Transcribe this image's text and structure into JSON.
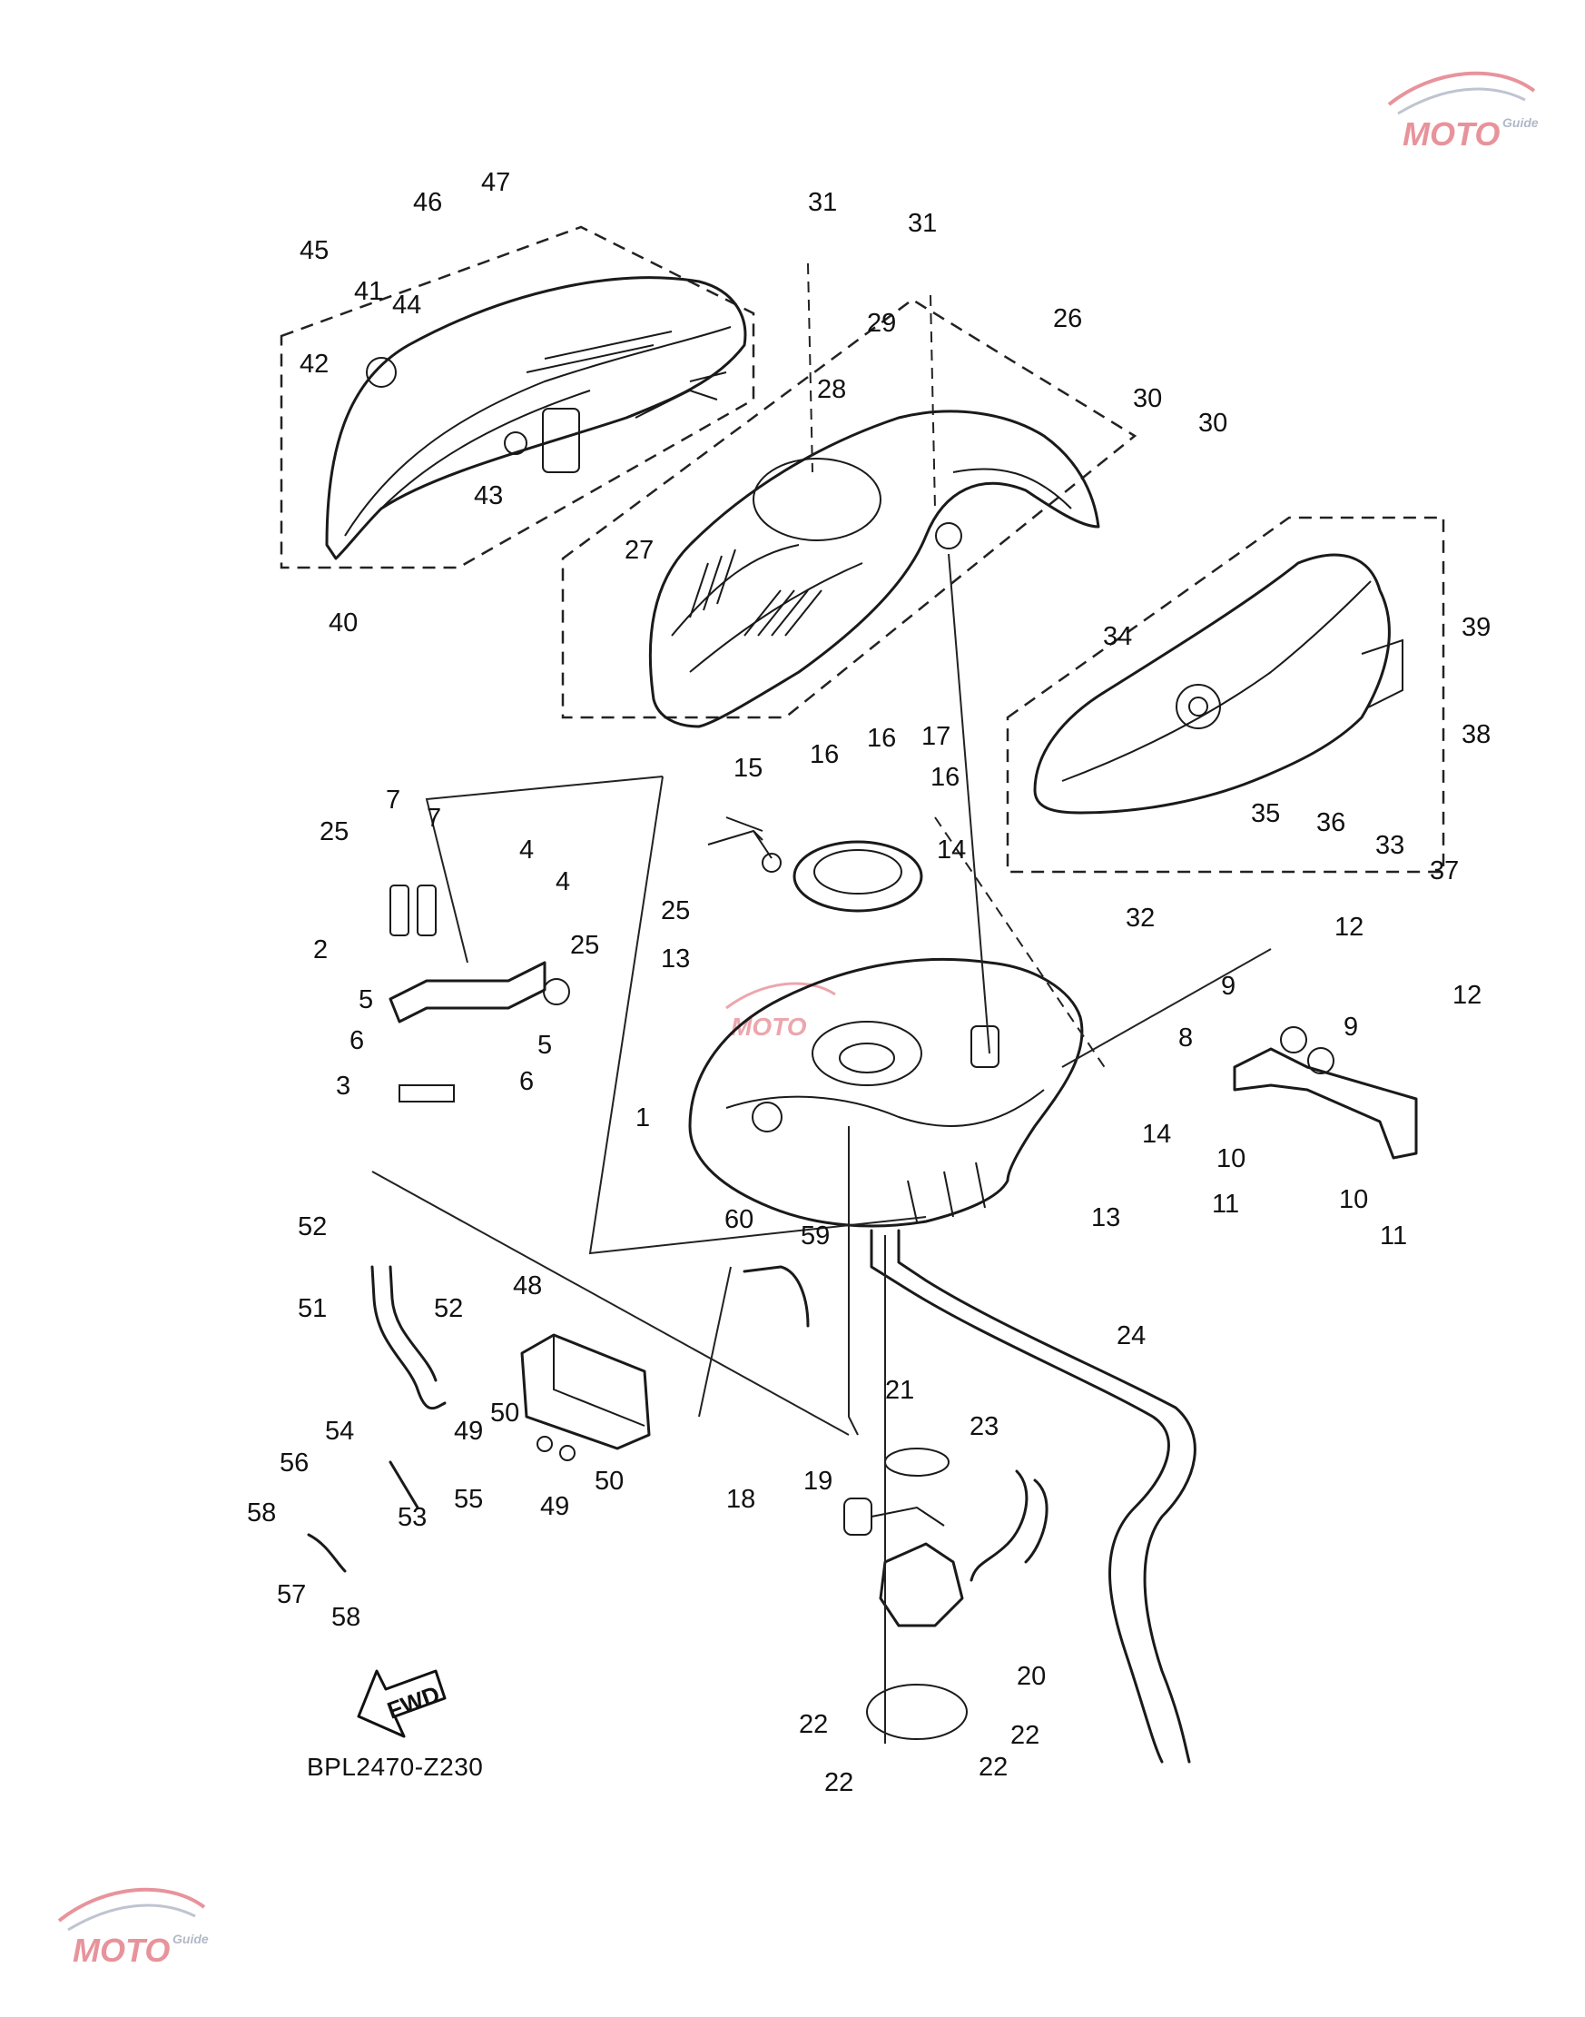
{
  "diagram": {
    "reference_code": "BPL2470-Z230",
    "direction_label": "FWD",
    "callouts": [
      {
        "id": "c1",
        "label": "1"
      },
      {
        "id": "c2",
        "label": "2"
      },
      {
        "id": "c3",
        "label": "3"
      },
      {
        "id": "c4a",
        "label": "4"
      },
      {
        "id": "c4b",
        "label": "4"
      },
      {
        "id": "c5a",
        "label": "5"
      },
      {
        "id": "c5b",
        "label": "5"
      },
      {
        "id": "c6a",
        "label": "6"
      },
      {
        "id": "c6b",
        "label": "6"
      },
      {
        "id": "c7a",
        "label": "7"
      },
      {
        "id": "c7b",
        "label": "7"
      },
      {
        "id": "c8",
        "label": "8"
      },
      {
        "id": "c9a",
        "label": "9"
      },
      {
        "id": "c9b",
        "label": "9"
      },
      {
        "id": "c10a",
        "label": "10"
      },
      {
        "id": "c10b",
        "label": "10"
      },
      {
        "id": "c11a",
        "label": "11"
      },
      {
        "id": "c11b",
        "label": "11"
      },
      {
        "id": "c12a",
        "label": "12"
      },
      {
        "id": "c12b",
        "label": "12"
      },
      {
        "id": "c13a",
        "label": "13"
      },
      {
        "id": "c13b",
        "label": "13"
      },
      {
        "id": "c14a",
        "label": "14"
      },
      {
        "id": "c14b",
        "label": "14"
      },
      {
        "id": "c15",
        "label": "15"
      },
      {
        "id": "c16a",
        "label": "16"
      },
      {
        "id": "c16b",
        "label": "16"
      },
      {
        "id": "c16c",
        "label": "16"
      },
      {
        "id": "c17",
        "label": "17"
      },
      {
        "id": "c18",
        "label": "18"
      },
      {
        "id": "c19",
        "label": "19"
      },
      {
        "id": "c20",
        "label": "20"
      },
      {
        "id": "c21",
        "label": "21"
      },
      {
        "id": "c22a",
        "label": "22"
      },
      {
        "id": "c22b",
        "label": "22"
      },
      {
        "id": "c22c",
        "label": "22"
      },
      {
        "id": "c22d",
        "label": "22"
      },
      {
        "id": "c23",
        "label": "23"
      },
      {
        "id": "c24",
        "label": "24"
      },
      {
        "id": "c25a",
        "label": "25"
      },
      {
        "id": "c25b",
        "label": "25"
      },
      {
        "id": "c25c",
        "label": "25"
      },
      {
        "id": "c26",
        "label": "26"
      },
      {
        "id": "c27",
        "label": "27"
      },
      {
        "id": "c28",
        "label": "28"
      },
      {
        "id": "c29",
        "label": "29"
      },
      {
        "id": "c30a",
        "label": "30"
      },
      {
        "id": "c30b",
        "label": "30"
      },
      {
        "id": "c31a",
        "label": "31"
      },
      {
        "id": "c31b",
        "label": "31"
      },
      {
        "id": "c32",
        "label": "32"
      },
      {
        "id": "c33",
        "label": "33"
      },
      {
        "id": "c34",
        "label": "34"
      },
      {
        "id": "c35",
        "label": "35"
      },
      {
        "id": "c36",
        "label": "36"
      },
      {
        "id": "c37",
        "label": "37"
      },
      {
        "id": "c38",
        "label": "38"
      },
      {
        "id": "c39",
        "label": "39"
      },
      {
        "id": "c40",
        "label": "40"
      },
      {
        "id": "c41",
        "label": "41"
      },
      {
        "id": "c42",
        "label": "42"
      },
      {
        "id": "c43",
        "label": "43"
      },
      {
        "id": "c44",
        "label": "44"
      },
      {
        "id": "c45",
        "label": "45"
      },
      {
        "id": "c46",
        "label": "46"
      },
      {
        "id": "c47",
        "label": "47"
      },
      {
        "id": "c48",
        "label": "48"
      },
      {
        "id": "c49a",
        "label": "49"
      },
      {
        "id": "c49b",
        "label": "49"
      },
      {
        "id": "c50a",
        "label": "50"
      },
      {
        "id": "c50b",
        "label": "50"
      },
      {
        "id": "c51",
        "label": "51"
      },
      {
        "id": "c52a",
        "label": "52"
      },
      {
        "id": "c52b",
        "label": "52"
      },
      {
        "id": "c53",
        "label": "53"
      },
      {
        "id": "c54",
        "label": "54"
      },
      {
        "id": "c55",
        "label": "55"
      },
      {
        "id": "c56",
        "label": "56"
      },
      {
        "id": "c57",
        "label": "57"
      },
      {
        "id": "c58a",
        "label": "58"
      },
      {
        "id": "c58b",
        "label": "58"
      },
      {
        "id": "c59",
        "label": "59"
      },
      {
        "id": "c60",
        "label": "60"
      }
    ]
  },
  "watermark": {
    "logo_text": "MOTO",
    "tagline": "Guide",
    "accent_color": "#d63b4a",
    "secondary_color": "#7f8aa3"
  }
}
